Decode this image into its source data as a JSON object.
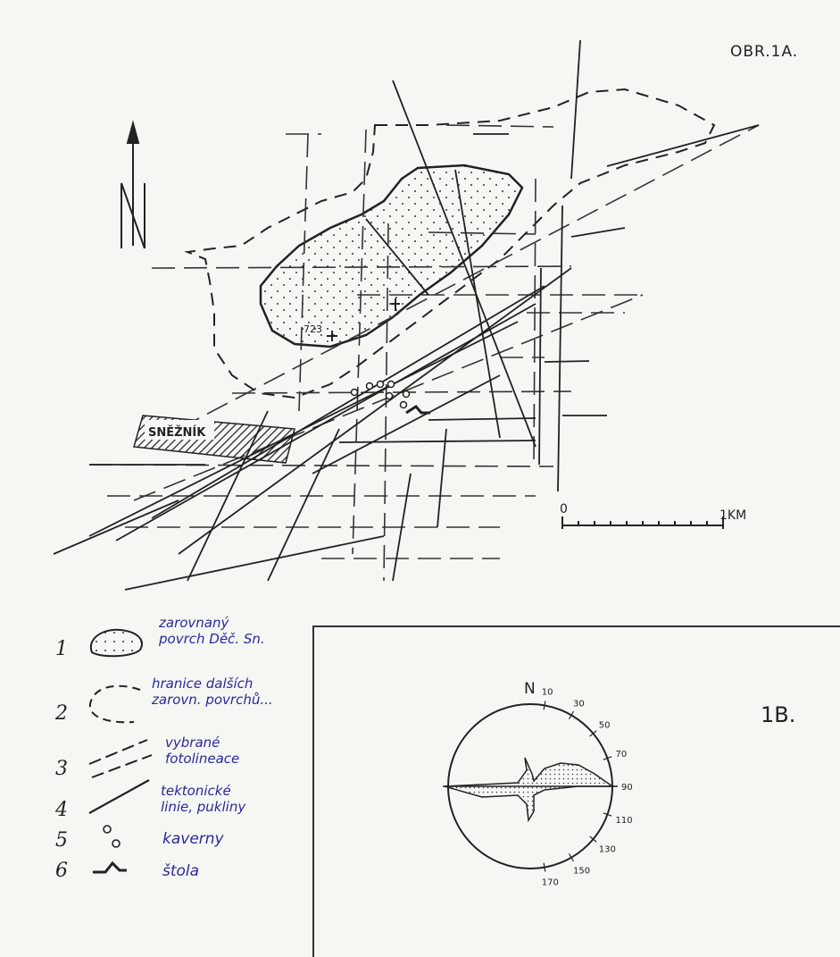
{
  "figure_a": {
    "title": "OBR.1A.",
    "elevation_label": "723",
    "place_label": "SNĚŽNÍK",
    "north_label": "N",
    "scale": {
      "start": "0",
      "end": "1KM"
    }
  },
  "legend": [
    {
      "num": "1",
      "line1": "zarovnaný",
      "line2": "povrch Děč. Sn."
    },
    {
      "num": "2",
      "line1": "hranice dalších",
      "line2": "zarovn. povrchů..."
    },
    {
      "num": "3",
      "line1": "vybrané",
      "line2": "fotolineace"
    },
    {
      "num": "4",
      "line1": "tektonické",
      "line2": "linie, pukliny"
    },
    {
      "num": "5",
      "line1": "kaverny",
      "line2": ""
    },
    {
      "num": "6",
      "line1": "štola",
      "line2": ""
    }
  ],
  "figure_b": {
    "title": "1B.",
    "north_label": "N",
    "azimuth_labels": [
      "10",
      "30",
      "50",
      "70",
      "90",
      "110",
      "130",
      "150",
      "170"
    ]
  }
}
